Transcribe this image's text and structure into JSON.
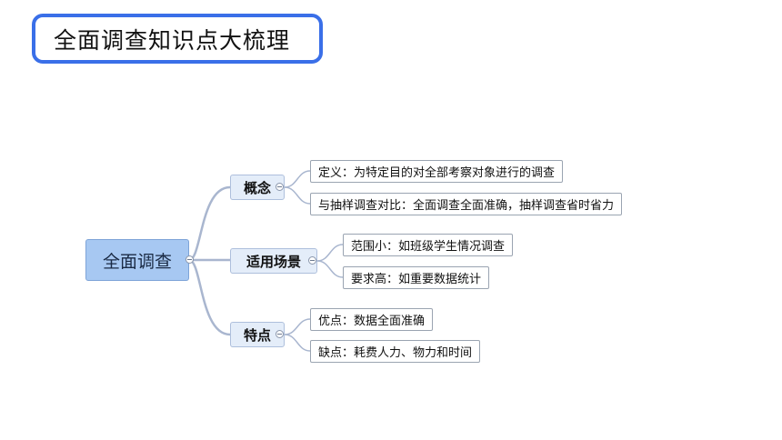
{
  "title": "全面调查知识点大梳理",
  "mindmap": {
    "root": "全面调查",
    "branches": [
      {
        "label": "概念",
        "children": [
          "定义：为特定目的对全部考察对象进行的调查",
          "与抽样调查对比：全面调查全面准确，抽样调查省时省力"
        ]
      },
      {
        "label": "适用场景",
        "children": [
          "范围小：如班级学生情况调查",
          "要求高：如重要数据统计"
        ]
      },
      {
        "label": "特点",
        "children": [
          "优点：数据全面准确",
          "缺点：耗费人力、物力和时间"
        ]
      }
    ]
  },
  "colors": {
    "title_border": "#3a6fe8",
    "root_fill": "#a7c8f2",
    "branch_fill": "#e4edf9",
    "connector": "#a9b6cf"
  }
}
